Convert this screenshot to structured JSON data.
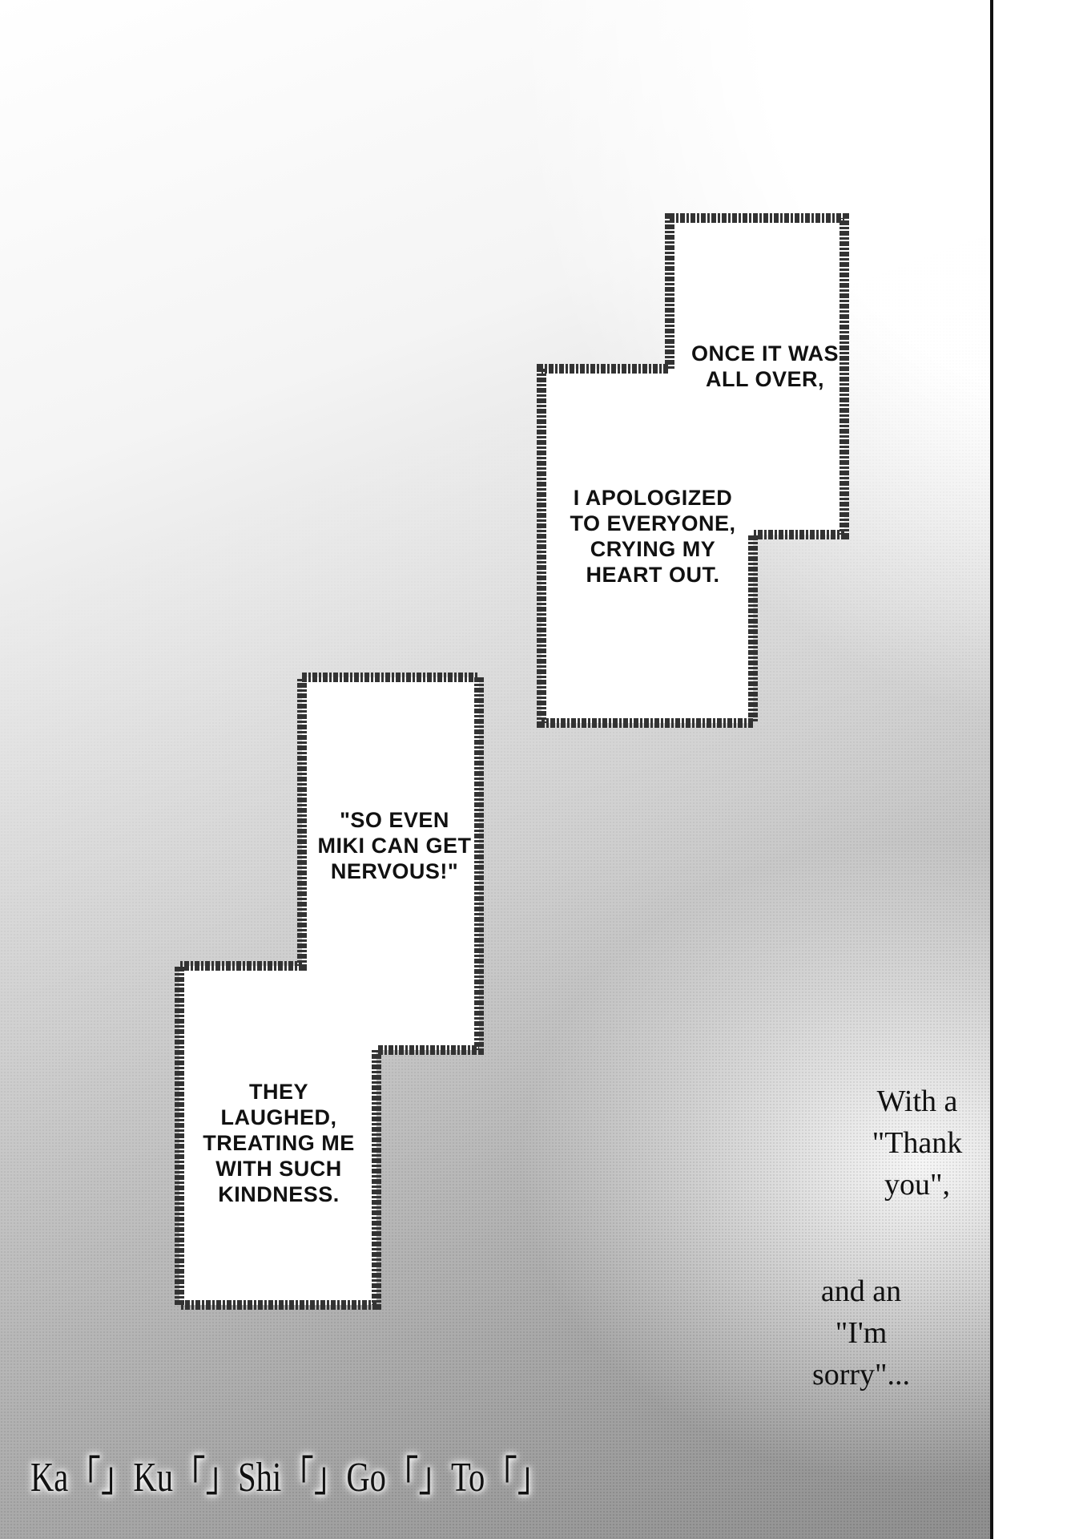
{
  "captions": {
    "box1_top": "ONCE IT WAS ALL OVER,",
    "box1_bottom": "I APOLOGIZED TO EVERYONE, CRYING MY HEART OUT.",
    "box2_top": "\"SO EVEN MIKI CAN GET NERVOUS!\"",
    "box2_bottom": "THEY LAUGHED, TREATING ME WITH SUCH KINDNESS."
  },
  "narration": {
    "line1": "With a \"Thank you\",",
    "line2": "and an \"I'm sorry\"..."
  },
  "title": "Ka「」Ku「」Shi「」Go「」To「」"
}
